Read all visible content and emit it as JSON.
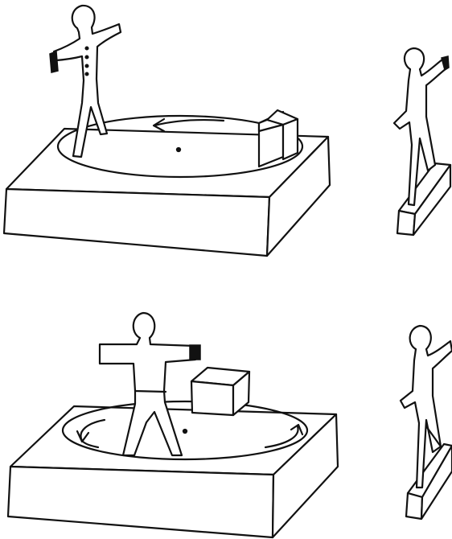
{
  "figure": {
    "background": "#ffffff",
    "stroke_color": "#111111",
    "panels": [
      {
        "name": "top",
        "contents": [
          "rotating-platform",
          "person-with-arms-raised",
          "box-on-platform",
          "rotation-arrow",
          "axis-dot",
          "observer-on-pedestal"
        ]
      },
      {
        "name": "bottom",
        "contents": [
          "rotating-platform",
          "person-arms-outstretched",
          "box-on-platform",
          "rotation-arrows",
          "axis-dot",
          "observer-on-pedestal"
        ]
      }
    ]
  }
}
